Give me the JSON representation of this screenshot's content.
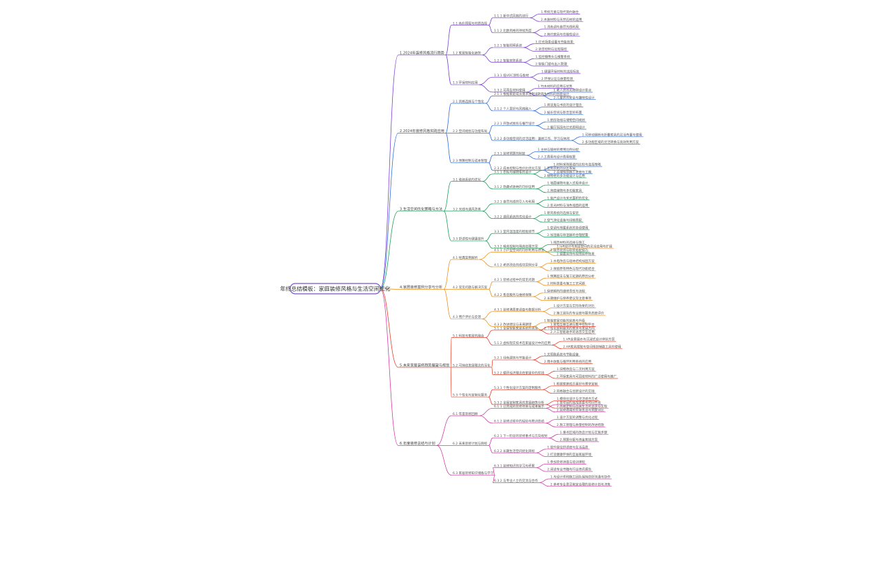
{
  "root": {
    "label": "年终总结模板：家庭装修风格与生活空间优化"
  },
  "branches": [
    {
      "label": "1.2024年装修风格流行趋势",
      "color": "#7b3fd6",
      "children": [
        {
          "label": "1.1 色彩搭配与材质选择",
          "children": [
            {
              "label": "1.1.1 新中式风格的流行",
              "children": [
                "1.传统元素与现代简约融合",
                "2.木质材料与天然石材的运用"
              ]
            },
            {
              "label": "1.1.2 北欧风格的持续热度",
              "children": [
                "1.浅色调与自然光线利用",
                "2.简约家具与功能性设计"
              ]
            }
          ]
        },
        {
          "label": "1.2 家居智能化趋势",
          "children": [
            {
              "label": "1.2.1 智能照明系统",
              "children": [
                "1.灯光场景设置与节能效果",
                "2.语音控制与远程操控"
              ]
            },
            {
              "label": "1.2.2 智能安防系统",
              "children": [
                "1.监控摄像头与报警系统",
                "2.智能门锁与出入管理"
              ]
            }
          ]
        },
        {
          "label": "1.3 环保材料应用",
          "children": [
            {
              "label": "1.3.1 低VOC涂料与板材",
              "children": [
                "1.健康环保材料的选择标准",
                "2.环保认证与质量检测"
              ]
            },
            {
              "label": "1.3.2 可再生材料使用",
              "children": [
                "1.竹木材料的应用与优势",
                "2.再生材料的创新设计"
              ]
            }
          ]
        }
      ]
    },
    {
      "label": "2.2024年装修风格实践应用",
      "color": "#2f6fe0",
      "children": [
        {
          "label": "2.1 风格选择与个性化",
          "children": [
            {
              "label": "2.1.1 根据家庭成员需求定制设计",
              "children": [
                "1.老人房的无障碍设计要点",
                "2.儿童房的安全与趣味性设计"
              ]
            },
            {
              "label": "2.1.2 个人爱好与风格融入",
              "children": [
                "1.阅读角与书房的设计理念",
                "2.娱乐空间与影音室的布置"
              ]
            }
          ]
        },
        {
          "label": "2.2 空间规划与功能布局",
          "children": [
            {
              "label": "2.2.1 开放式厨房与餐厅设计",
              "children": [
                "1.厨房动线与储物空间规划",
                "2.餐厅氛围与灯光照明设计"
              ]
            },
            {
              "label": "2.2.2 多功能空间的灵活运用：兼顾工作、学习与休闲",
              "children": [
                "1.可移动隔断与折叠家具的灵活布置与使用",
                "2.多功能区域的灵活转换与高效利用方案"
              ]
            }
          ]
        },
        {
          "label": "2.3 预算控制与成本管理",
          "children": [
            {
              "label": "2.3.1 装修预算的制定",
              "children": [
                "1.主材与辅材的费用比例分配",
                "2.人工费用与设计费用核算"
              ]
            },
            {
              "label": "2.3.2 成本控制与性价比优化方案",
              "children": [
                "1.材料采购渠道的比较与选择策略",
                "2.合理规划施工进度与工期"
              ]
            }
          ]
        }
      ]
    },
    {
      "label": "3.生活空间优化策略与方法",
      "color": "#18a05a",
      "children": [
        {
          "label": "3.1 收纳系统的优化",
          "children": [
            {
              "label": "3.1.1 衣柜与储物柜的设计",
              "children": [
                "1.定制衣柜的分区布局",
                "2.储物柜的多功能设计与应用"
              ]
            },
            {
              "label": "3.1.2 隐藏式收纳的巧妙运用",
              "children": [
                "1.墙面储物与嵌入式柜体设计",
                "2.床底储物与多功能家具"
              ]
            }
          ]
        },
        {
          "label": "3.2 光线与通风改善",
          "children": [
            {
              "label": "3.2.1 自然光线的引入与利用",
              "children": [
                "1.窗户设计与采光面积的优化",
                "2.反光材料与浅色墙面的运用"
              ]
            },
            {
              "label": "3.2.2 通风系统的优化设计",
              "children": [
                "1.新风系统的选择与安装",
                "2.空气净化设备与绿植搭配"
              ]
            }
          ]
        },
        {
          "label": "3.3 舒适性与健康提升",
          "children": [
            {
              "label": "3.3.1 室内温湿度的智能调节",
              "children": [
                "1.空调与地暖系统的协调使用",
                "2.加湿器与除湿器的合理配置"
              ]
            },
            {
              "label": "3.3.2 噪音控制与隔音处理方案",
              "children": [
                "1.隔音材料的选择与施工",
                "2.吸音装饰与软装搭配技巧"
              ]
            }
          ]
        }
      ]
    },
    {
      "label": "4.家居装修案例分享与分析",
      "color": "#f0901a",
      "children": [
        {
          "label": "4.1 经典案例解析",
          "children": [
            {
              "label": "4.1.1 小户型空间的巧妙利用与改造",
              "children": [
                "1.loft设计与夹层空间的灵活应用与扩展",
                "2.镜面装饰与视觉延伸效果"
              ]
            },
            {
              "label": "4.1.2 老房改造的成功案例分享",
              "children": [
                "1.水电改造与墙体结构加固方案",
                "2.保留原有特色与现代功能结合"
              ]
            }
          ]
        },
        {
          "label": "4.2 常见问题与解决方案",
          "children": [
            {
              "label": "4.2.1 装修过程中的常见问题",
              "children": [
                "1.预算超支与施工延期的原因分析",
                "2.材料质量与施工工艺问题"
              ]
            },
            {
              "label": "4.2.2 售后服务与维修保障",
              "children": [
                "1.保修期内的维修责任与流程",
                "2.长期维护与保养建议及注意事项"
              ]
            }
          ]
        },
        {
          "label": "4.3 用户评价与反馈",
          "children": [
            {
              "label": "4.3.1 装修满意度调查与数据分析",
              "children": [
                "1.设计方案与实际效果的对比",
                "2.施工团队的专业度与服务态度评价"
              ]
            },
            {
              "label": "4.3.2 改进建议与未来期望",
              "children": [
                "1.智能家居功能的完善与升级",
                "2.个性化定制服务的需求与发展方向"
              ]
            }
          ]
        }
      ]
    },
    {
      "label": "5.未来家居装修趋势展望与规划",
      "color": "#e8402a",
      "children": [
        {
          "label": "5.1 科技与家居的融合",
          "children": [
            {
              "label": "5.1.1 全屋智能家居系统的普及",
              "children": [
                "1.家电互联互通与集中控制平台",
                "2.人工智能助手的语音交互应用"
              ]
            },
            {
              "label": "5.1.2 虚拟现实技术在家居设计中的应用",
              "children": [
                "1.VR全景展示与沉浸式设计体验方案",
                "2.AR家具摆放与空间规划辅助工具的使用"
              ]
            }
          ]
        },
        {
          "label": "5.2 可持续发展理念的深化",
          "children": [
            {
              "label": "5.2.1 绿色建筑与节能设计",
              "children": [
                "1.太阳能系统与节能设备",
                "2.雨水收集与循环利用系统的应用"
              ]
            },
            {
              "label": "5.2.2 循环经济理念在家居中的实践",
              "children": [
                "1.旧物改造与二次利用方案",
                "2.环保家具与可回收材料的广泛使用与推广"
              ]
            }
          ]
        },
        {
          "label": "5.3 个性化与定制化服务",
          "children": [
            {
              "label": "5.3.1 个性化设计方案的定制服务",
              "children": [
                "1.根据家庭成员喜好与需求定制",
                "2.风格融合与创新设计的实践"
              ]
            },
            {
              "label": "5.3.2 全屋定制家具的发展趋势分析",
              "children": [
                "1.模块化设计与灵活组合方式",
                "2.高端定制与品质生活的追求与实现"
              ]
            }
          ]
        }
      ]
    },
    {
      "label": "6.年度装修总结与计划",
      "color": "#d63aa8",
      "children": [
        {
          "label": "6.1 年度装修回顾",
          "children": [
            {
              "label": "6.1.1 已完成的装修项目与成果展示",
              "children": [
                "1.各项目的完成质量与时间节点",
                "2.装修费用的实际支出与预算对比"
              ]
            },
            {
              "label": "6.1.2 装修过程中的经验与教训总结",
              "children": [
                "1.设计方案的调整与优化过程",
                "2.施工管理与质量控制的改进措施"
              ]
            }
          ]
        },
        {
          "label": "6.2 未来装修计划与目标",
          "children": [
            {
              "label": "6.2.1 下一阶段的装修重点与方向规划",
              "children": [
                "1.重点区域的改造计划与实施步骤",
                "2.预算分配与资金筹措方案"
              ]
            },
            {
              "label": "6.2.2 长期生活空间优化目标",
              "children": [
                "1.提升居住舒适度与生活品质",
                "2.打造健康环保的宜居家居环境"
              ]
            }
          ]
        },
        {
          "label": "6.3 家居装修知识储备与学习",
          "children": [
            {
              "label": "6.3.1 装修知识的学习与积累",
              "children": [
                "1.参加装修讲座与培训课程",
                "2.阅读专业书籍与行业资讯报告"
              ]
            },
            {
              "label": "6.3.2 与专业人士的交流与合作",
              "children": [
                "1.与设计师和施工团队保持良好沟通与协作",
                "2.参考专业意见制定合理的装修计划与决策"
              ]
            }
          ]
        }
      ]
    }
  ]
}
